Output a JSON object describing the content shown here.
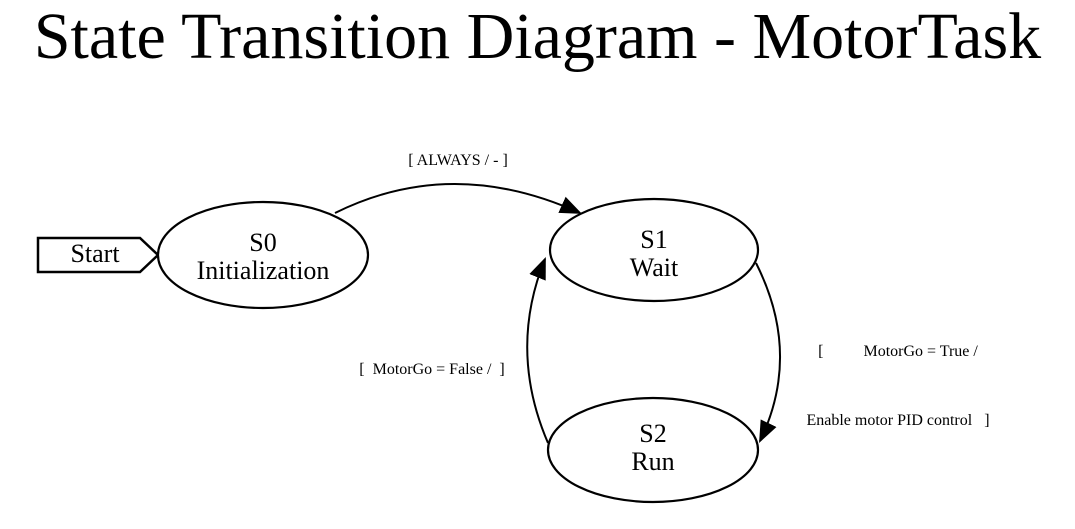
{
  "title": "State Transition Diagram - MotorTask",
  "colors": {
    "ink": "#000000",
    "background": "#ffffff"
  },
  "start": {
    "label": "Start"
  },
  "states": [
    {
      "id": "S0",
      "name": "Initialization"
    },
    {
      "id": "S1",
      "name": "Wait"
    },
    {
      "id": "S2",
      "name": "Run"
    }
  ],
  "transitions": [
    {
      "from": "S0",
      "to": "S1",
      "label": "[ ALWAYS / - ]"
    },
    {
      "from": "S1",
      "to": "S2",
      "label_line1": "[          MotorGo = True /",
      "label_line2": "Enable motor PID control   ]"
    },
    {
      "from": "S2",
      "to": "S1",
      "label": "[  MotorGo = False /  ]"
    }
  ]
}
